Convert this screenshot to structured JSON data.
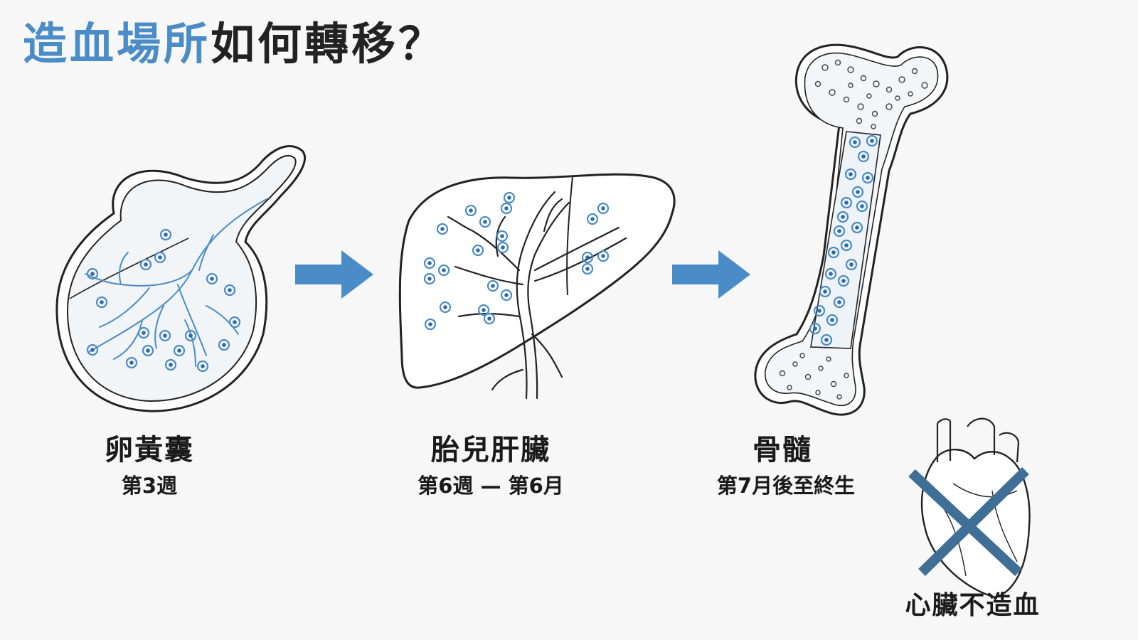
{
  "title": {
    "highlight": "造血場所",
    "rest": "如何轉移？"
  },
  "colors": {
    "accent": "#4a8cc7",
    "outline": "#222222",
    "background": "#f7f7f7"
  },
  "stages": [
    {
      "name": "卵黃囊",
      "period": "第3週",
      "icon": "yolk-sac-illustration"
    },
    {
      "name": "胎兒肝臟",
      "period": "第6週 — 第6月",
      "icon": "fetal-liver-illustration"
    },
    {
      "name": "骨髓",
      "period": "第7月後至終生",
      "icon": "bone-marrow-illustration"
    }
  ],
  "arrows": [
    "arrow-right-icon",
    "arrow-right-icon"
  ],
  "note": {
    "label": "心臟不造血",
    "icon": "heart-crossed-icon"
  }
}
